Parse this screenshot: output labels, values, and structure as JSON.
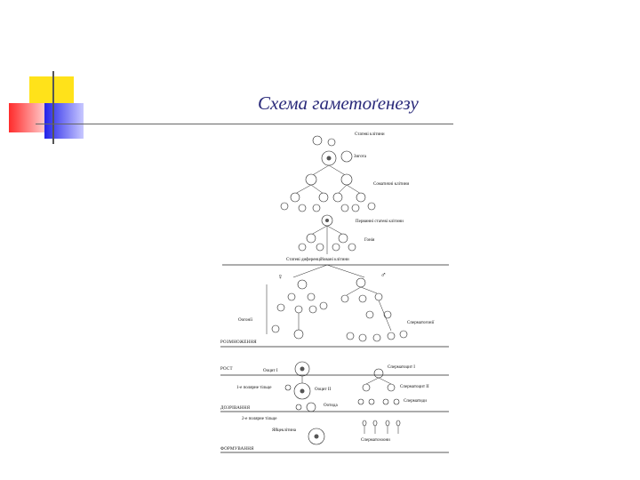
{
  "slide": {
    "title": "Схема гаметоґенезу",
    "colors": {
      "title": "#2a2a7a",
      "deco_yellow": "#ffe21a",
      "deco_red": "#ff4a4a",
      "deco_blue": "#3a3af0",
      "deco_line": "#555555"
    }
  },
  "diagram": {
    "labels": {
      "primary_germ": "Статеві клітини",
      "zygote": "Зигота",
      "blastomeres": "Соматичні клітини",
      "primary_germ_cells": "Первинні статеві клітини",
      "gonad": "Гонія",
      "undiff": "Статеві диференційовані клітини",
      "female_symbol": "♀",
      "male_symbol": "♂",
      "oogonia": "Оогонії",
      "spermatogonia": "Сперматогонії",
      "stage_reproduction": "РОЗМНОЖЕННЯ",
      "stage_growth": "РОСТ",
      "oocyte1": "Ооцит I",
      "spermatocyte1": "Сперматоцит I",
      "polar_body1": "1-е полярне тільце",
      "oocyte2": "Ооцит II",
      "spermatocyte2": "Сперматоцит II",
      "spermatids": "Сперматиди",
      "ootid": "Оотида",
      "stage_maturation": "ДОЗРІВАННЯ",
      "polar_body2": "2-е полярне тільце",
      "egg": "Яйцеклітина",
      "spermatozoa": "Сперматозоони",
      "stage_formation": "ФОРМУВАННЯ"
    }
  }
}
